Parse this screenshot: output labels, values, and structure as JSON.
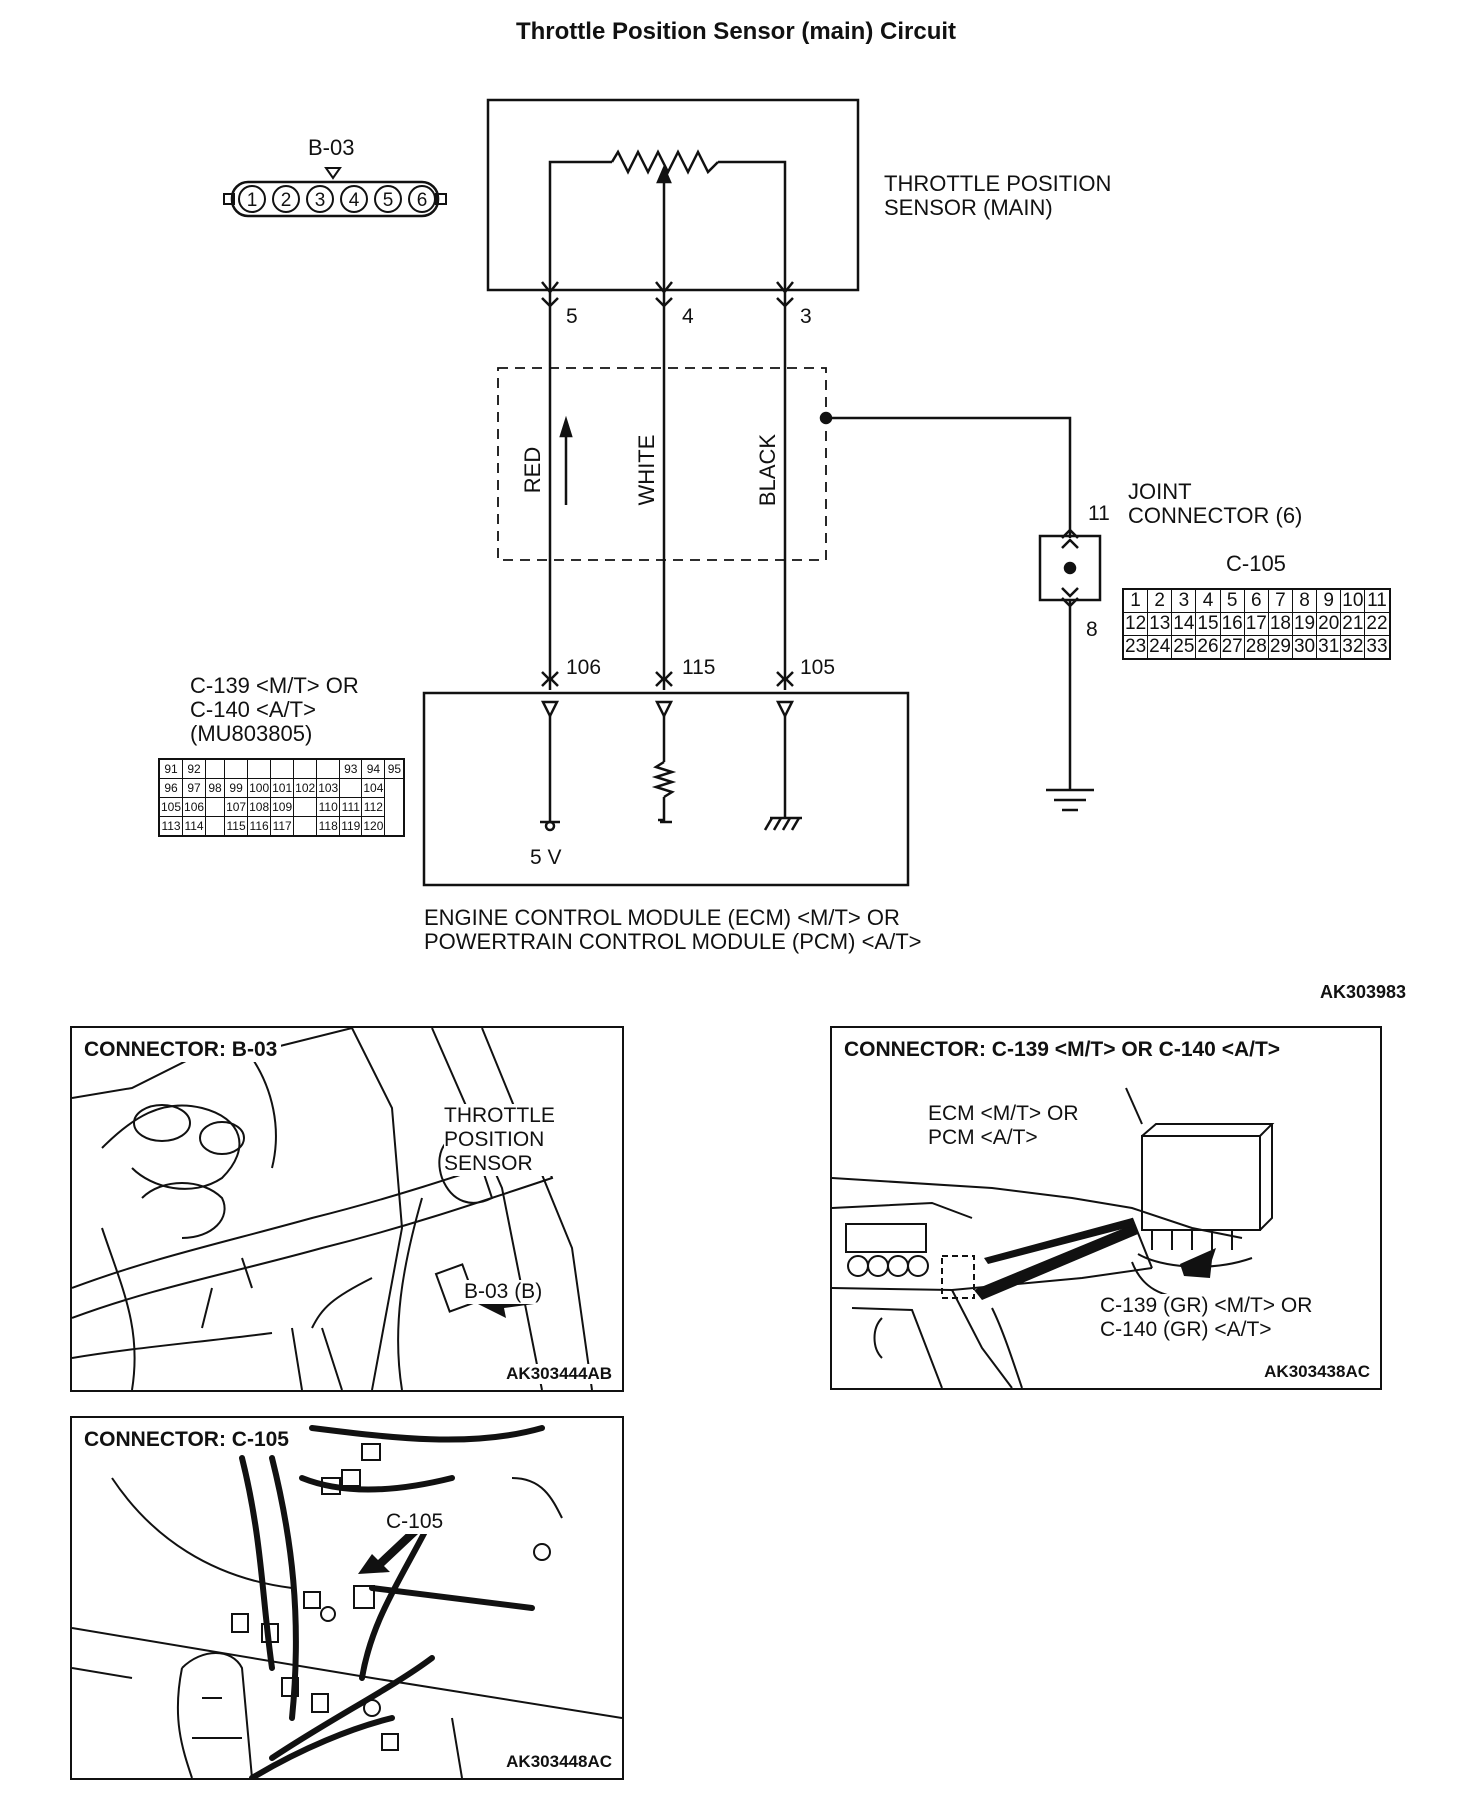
{
  "title": "Throttle Position Sensor (main) Circuit",
  "sensor": {
    "connector_label": "B-03",
    "connector_pins": [
      "1",
      "2",
      "3",
      "4",
      "5",
      "6"
    ],
    "name_line1": "THROTTLE POSITION",
    "name_line2": "SENSOR (MAIN)",
    "pins": [
      "5",
      "4",
      "3"
    ]
  },
  "wires": [
    "RED",
    "WHITE",
    "BLACK"
  ],
  "joint": {
    "name_line1": "JOINT",
    "name_line2": "CONNECTOR (6)",
    "pin_top": "11",
    "pin_bottom": "8",
    "connector_label": "C-105",
    "grid_rows": [
      [
        "1",
        "2",
        "3",
        "4",
        "5",
        "6",
        "7",
        "8",
        "9",
        "10",
        "11"
      ],
      [
        "12",
        "13",
        "14",
        "15",
        "16",
        "17",
        "18",
        "19",
        "20",
        "21",
        "22"
      ],
      [
        "23",
        "24",
        "25",
        "26",
        "27",
        "28",
        "29",
        "30",
        "31",
        "32",
        "33"
      ]
    ]
  },
  "ecm": {
    "connector_line1": "C-139 <M/T> OR",
    "connector_line2": "C-140 <A/T>",
    "connector_line3": "(MU803805)",
    "pins": [
      "106",
      "115",
      "105"
    ],
    "voltage": "5 V",
    "name_line1": "ENGINE CONTROL MODULE (ECM) <M/T> OR",
    "name_line2": "POWERTRAIN CONTROL MODULE (PCM) <A/T>",
    "grid_rows": [
      [
        "91",
        "92",
        "",
        "",
        "",
        "",
        "",
        "",
        "93",
        "94",
        "95"
      ],
      [
        "96",
        "97",
        "98",
        "99",
        "100",
        "101",
        "102",
        "103",
        "",
        "104"
      ],
      [
        "105",
        "106",
        "",
        "107",
        "108",
        "109",
        "",
        "110",
        "111",
        "112"
      ],
      [
        "113",
        "114",
        "",
        "115",
        "116",
        "117",
        "",
        "118",
        "119",
        "120"
      ]
    ]
  },
  "figure_code": "AK303983",
  "panels": {
    "b03": {
      "title": "CONNECTOR: B-03",
      "callout_line1": "THROTTLE",
      "callout_line2": "POSITION",
      "callout_line3": "SENSOR",
      "arrow_label": "B-03 (B)",
      "code": "AK303444AB"
    },
    "c139": {
      "title": "CONNECTOR: C-139 <M/T> OR C-140 <A/T>",
      "callout_line1": "ECM <M/T> OR",
      "callout_line2": "PCM <A/T>",
      "arrow_line1": "C-139 (GR) <M/T> OR",
      "arrow_line2": "C-140 (GR) <A/T>",
      "code": "AK303438AC"
    },
    "c105": {
      "title": "CONNECTOR: C-105",
      "arrow_label": "C-105",
      "code": "AK303448AC"
    }
  }
}
